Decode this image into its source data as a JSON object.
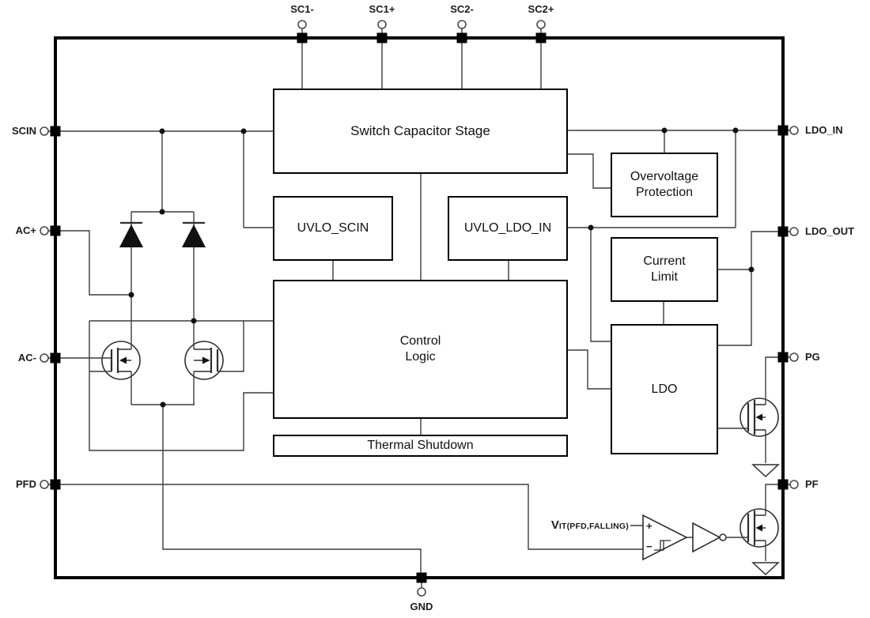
{
  "diagram": {
    "blocks": {
      "switch_cap_stage": {
        "label": "Switch Capacitor Stage"
      },
      "uvlo_scin": {
        "label": "UVLO_SCIN"
      },
      "uvlo_ldo_in": {
        "label": "UVLO_LDO_IN"
      },
      "overvoltage_protection": {
        "line1": "Overvoltage",
        "line2": "Protection"
      },
      "current_limit": {
        "line1": "Current",
        "line2": "Limit"
      },
      "control_logic": {
        "line1": "Control",
        "line2": "Logic"
      },
      "ldo": {
        "label": "LDO"
      },
      "thermal_shutdown": {
        "label": "Thermal Shutdown"
      }
    },
    "pins": {
      "top": [
        "SC1-",
        "SC1+",
        "SC2-",
        "SC2+"
      ],
      "left": [
        "SCIN",
        "AC+",
        "AC-",
        "PFD"
      ],
      "right": [
        "LDO_IN",
        "LDO_OUT",
        "PG",
        "PF"
      ],
      "bottom": [
        "GND"
      ]
    },
    "comparator": {
      "ref_main": "V",
      "ref_sub": "IT(PFD,FALLING)",
      "plus_input": "+",
      "minus_input": "−"
    },
    "colors": {
      "wire": "#3c3c3c",
      "outline": "#000000",
      "background": "#ffffff"
    }
  }
}
